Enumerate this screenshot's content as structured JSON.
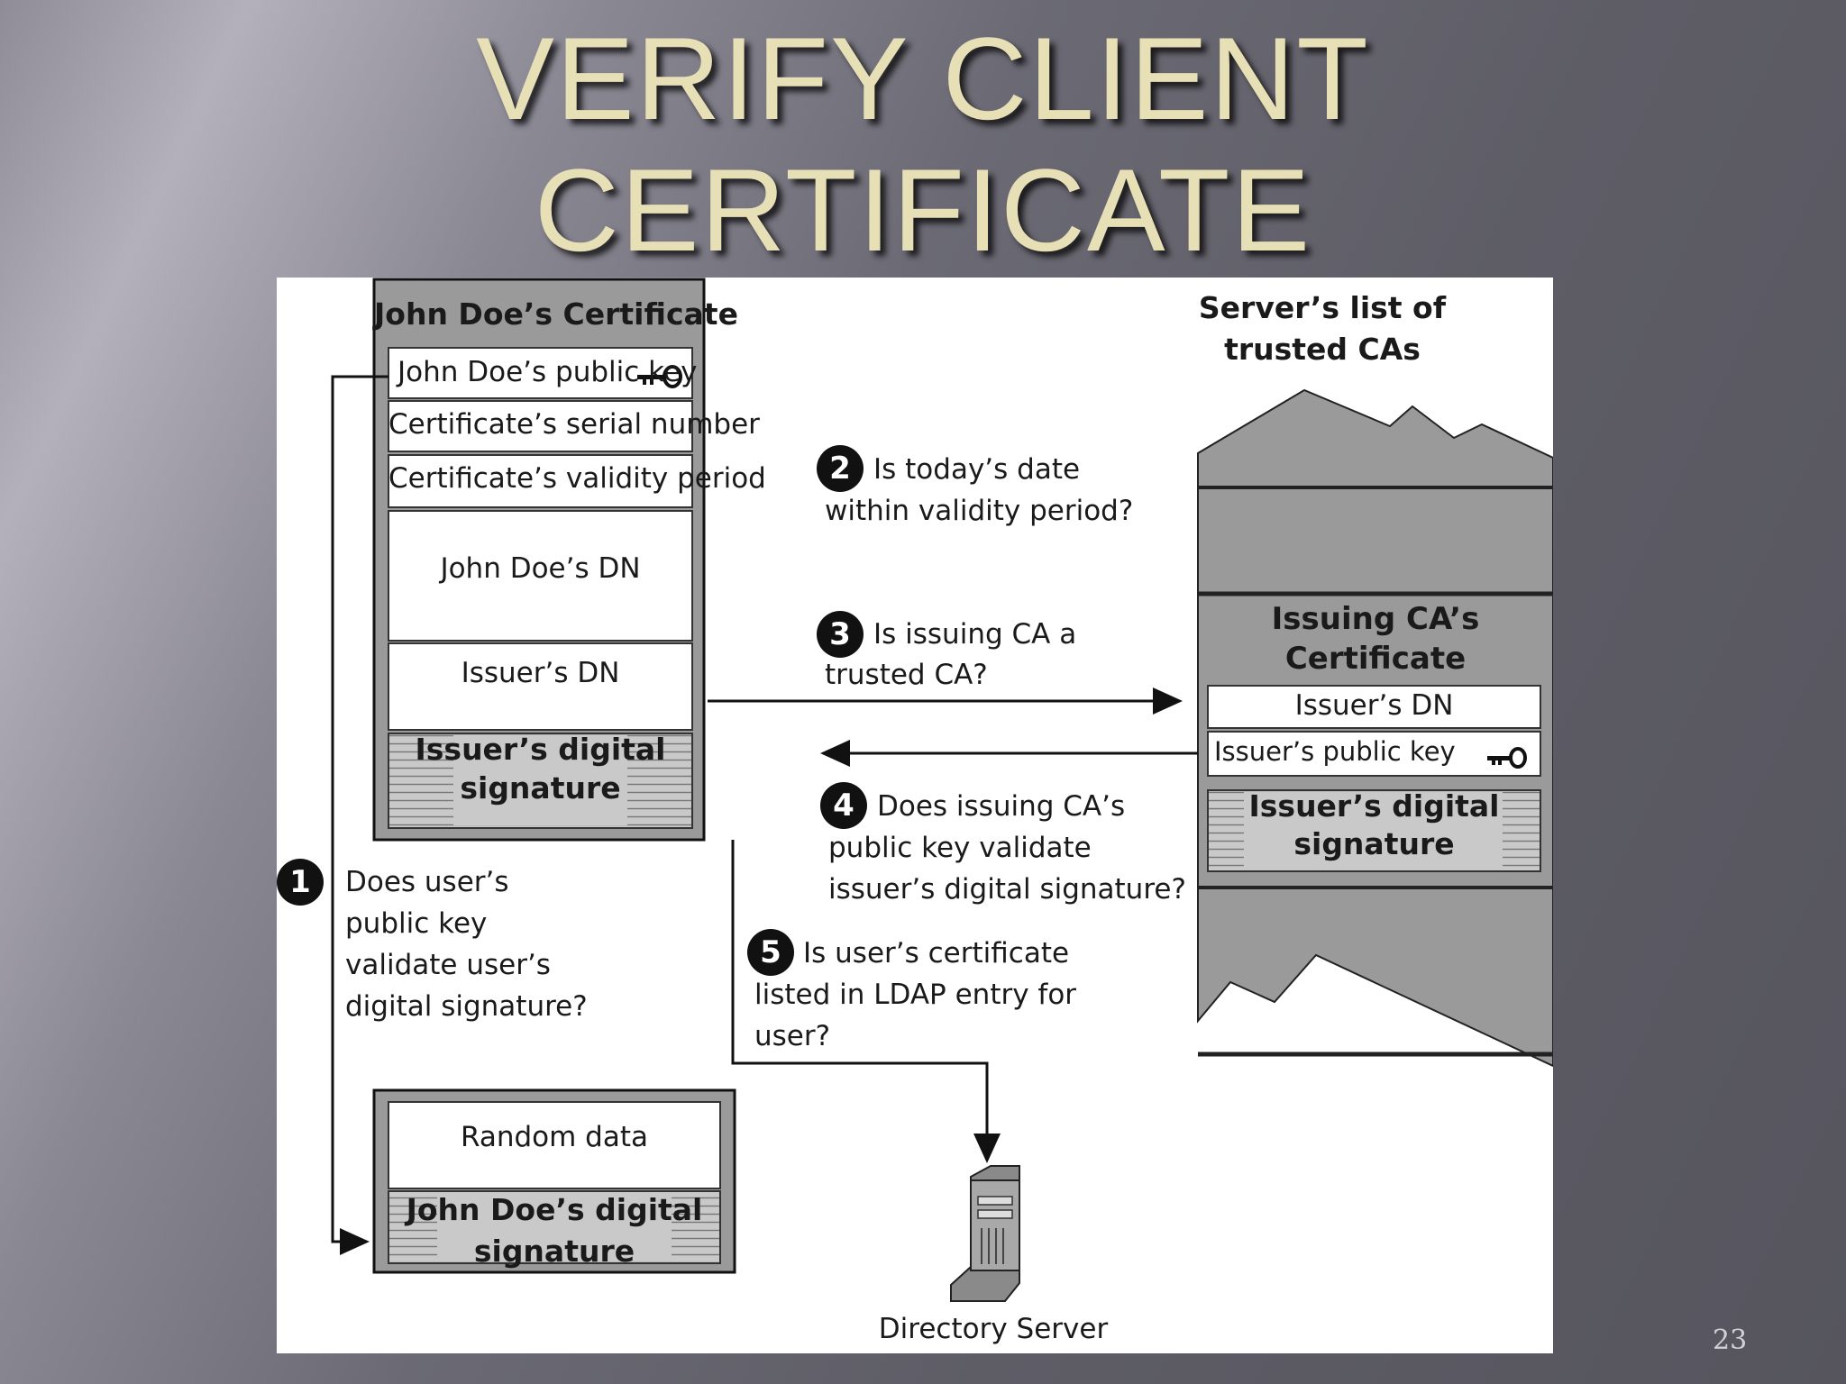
{
  "slide": {
    "title_line1": "VERIFY CLIENT",
    "title_line2": "CERTIFICATE",
    "page_number": "23"
  },
  "cert": {
    "title": "John Doe’s Certificate",
    "public_key": "John Doe’s public key",
    "serial": "Certificate’s serial number",
    "validity": "Certificate’s validity period",
    "dn": "John Doe’s DN",
    "issuer_dn": "Issuer’s DN",
    "sig_line1": "Issuer’s digital",
    "sig_line2": "signature"
  },
  "server_list": {
    "title_line1": "Server’s list of",
    "title_line2": "trusted CAs",
    "ca_title_line1": "Issuing CA’s",
    "ca_title_line2": "Certificate",
    "issuer_dn": "Issuer’s DN",
    "issuer_key": "Issuer’s public key",
    "sig_line1": "Issuer’s digital",
    "sig_line2": "signature"
  },
  "steps": [
    {
      "num": "1",
      "text": "Does user’s\npublic key\nvalidate user’s\ndigital signature?"
    },
    {
      "num": "2",
      "text": "Is today’s date\nwithin validity period?"
    },
    {
      "num": "3",
      "text": "Is issuing CA a\ntrusted CA?"
    },
    {
      "num": "4",
      "text": "Does issuing CA’s\npublic key validate\nissuer’s digital signature?"
    },
    {
      "num": "5",
      "text": "Is user’s certificate\nlisted in LDAP entry for\nuser?"
    }
  ],
  "random_box": {
    "random_data": "Random data",
    "sig_line1": "John Doe’s digital",
    "sig_line2": "signature"
  },
  "directory_server": "Directory Server"
}
